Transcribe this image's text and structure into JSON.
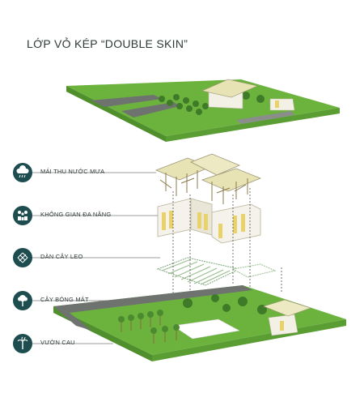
{
  "title": "LỚP  VỎ KÉP “DOUBLE SKIN”",
  "layers": [
    {
      "label": "MÁI THU NƯỚC MƯA",
      "icon": "rain-cloud-icon"
    },
    {
      "label": "KHÔNG GIAN ĐA NĂNG",
      "icon": "people-icon"
    },
    {
      "label": "DÀN CÂY LEO",
      "icon": "trellis-icon"
    },
    {
      "label": "CÂY BÓNG MÁT",
      "icon": "shade-tree-icon"
    },
    {
      "label": "VƯỜN CAU",
      "icon": "areca-palm-icon"
    }
  ],
  "colors": {
    "lawn": "#6cb33e",
    "lawn_dark": "#4f8f2c",
    "road": "#6f7370",
    "icon_bg": "#1d4d4f",
    "roof": "#e8e3b4",
    "wall_accent": "#e9d26a"
  }
}
